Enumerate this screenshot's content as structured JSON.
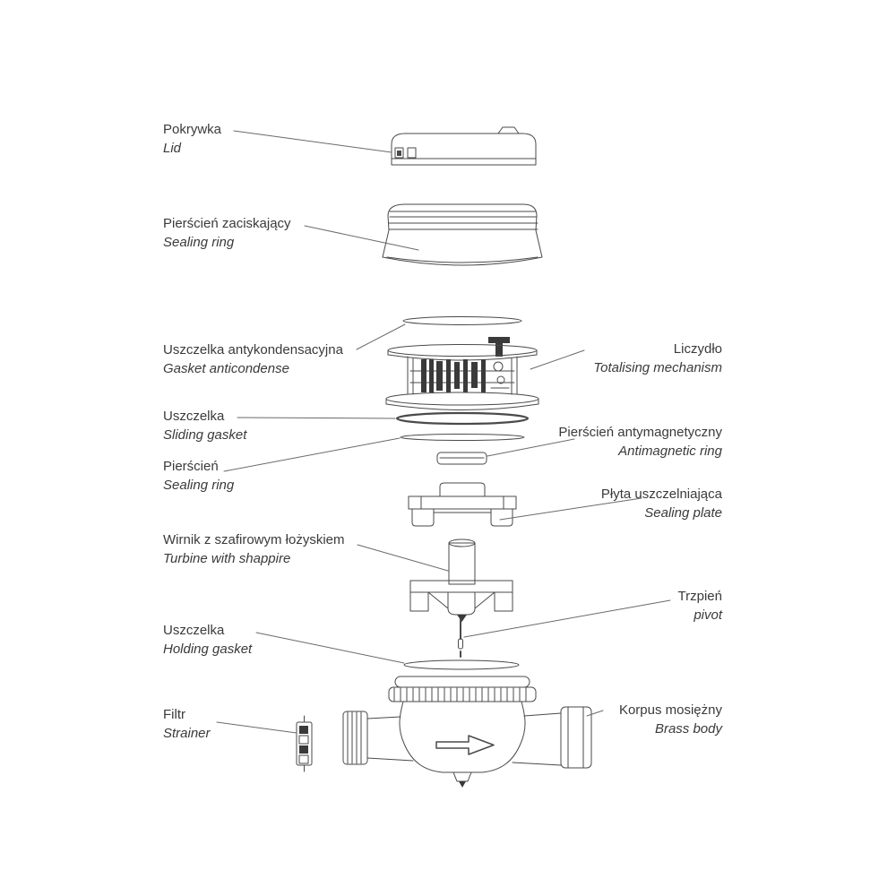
{
  "labels": {
    "left": [
      {
        "pl": "Pokrywka",
        "en": "Lid"
      },
      {
        "pl": "Pierścień zaciskający",
        "en": "Sealing ring"
      },
      {
        "pl": "Uszczelka antykondensacyjna",
        "en": "Gasket anticondense"
      },
      {
        "pl": "Uszczelka",
        "en": "Sliding gasket"
      },
      {
        "pl": "Pierścień",
        "en": "Sealing ring"
      },
      {
        "pl": "Wirnik z szafirowym łożyskiem",
        "en": "Turbine with shappire"
      },
      {
        "pl": "Uszczelka",
        "en": "Holding gasket"
      },
      {
        "pl": "Filtr",
        "en": "Strainer"
      }
    ],
    "right": [
      {
        "pl": "Liczydło",
        "en": "Totalising mechanism"
      },
      {
        "pl": "Pierścień antymagnetyczny",
        "en": "Antimagnetic ring"
      },
      {
        "pl": "Płyta uszczelniająca",
        "en": "Sealing plate"
      },
      {
        "pl": "Trzpień",
        "en": "pivot"
      },
      {
        "pl": "Korpus mosiężny",
        "en": "Brass body"
      }
    ]
  },
  "colors": {
    "drawing_line": "#4a4a4a",
    "leader_line": "#6a6a6a",
    "text": "#3a3a3a",
    "background": "#ffffff"
  }
}
